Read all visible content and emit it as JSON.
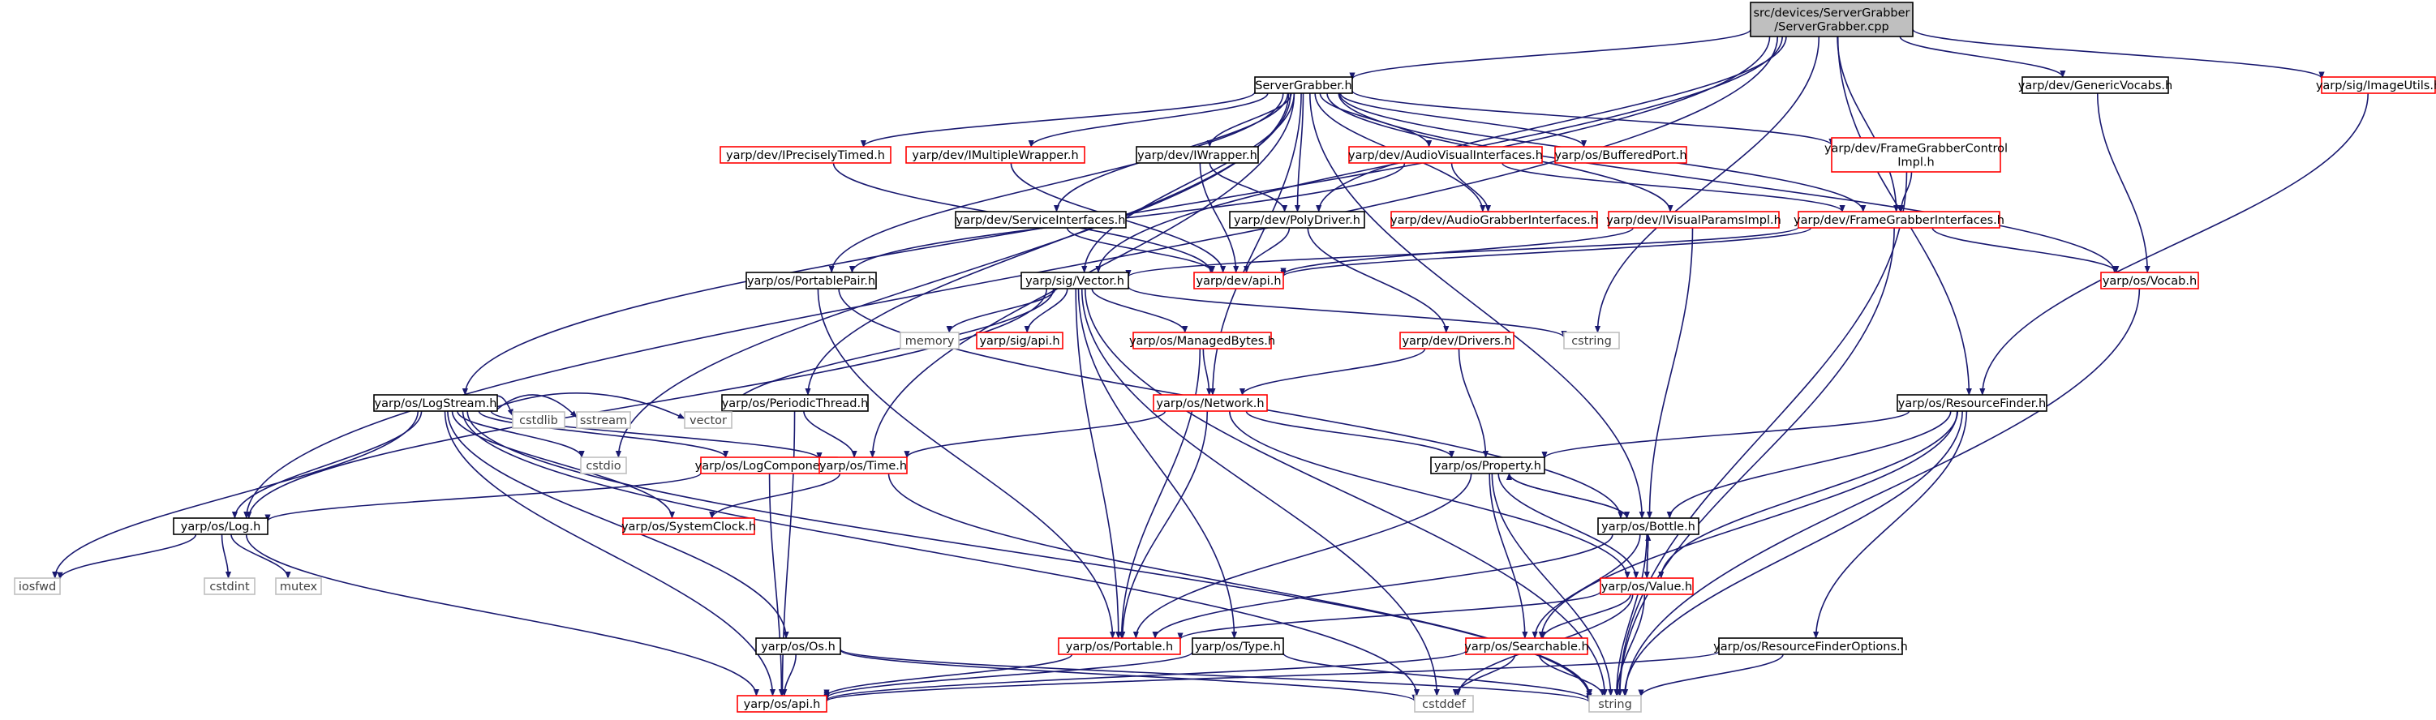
{
  "colors": {
    "edge": "#191970",
    "black_border": "#000000",
    "red_border": "#ff0000",
    "gray_border": "#bfbfbf",
    "root_fill": "#bfbfbf",
    "text": "#000000",
    "gray_text": "#404040"
  },
  "nodes": [
    {
      "id": "root",
      "label": "src/devices/ServerGrabber/ServerGrabber.cpp",
      "lines": [
        "src/devices/ServerGrabber",
        "/ServerGrabber.cpp"
      ],
      "style": "root"
    },
    {
      "id": "servergrabber_h",
      "label": "ServerGrabber.h",
      "style": "black"
    },
    {
      "id": "genericvocabs",
      "label": "yarp/dev/GenericVocabs.h",
      "style": "black"
    },
    {
      "id": "imageutils",
      "label": "yarp/sig/ImageUtils.h",
      "style": "red"
    },
    {
      "id": "ipreciselytimed",
      "label": "yarp/dev/IPreciselyTimed.h",
      "style": "red"
    },
    {
      "id": "imultiplewrapper",
      "label": "yarp/dev/IMultipleWrapper.h",
      "style": "red"
    },
    {
      "id": "iwrapper",
      "label": "yarp/dev/IWrapper.h",
      "style": "black"
    },
    {
      "id": "audiovisual",
      "label": "yarp/dev/AudioVisualInterfaces.h",
      "style": "red"
    },
    {
      "id": "bufferedport",
      "label": "yarp/os/BufferedPort.h",
      "style": "red"
    },
    {
      "id": "fgcontrolimpl",
      "label": "yarp/dev/FrameGrabberControlImpl.h",
      "lines": [
        "yarp/dev/FrameGrabberControl",
        "Impl.h"
      ],
      "style": "red"
    },
    {
      "id": "serviceinterfaces",
      "label": "yarp/dev/ServiceInterfaces.h",
      "style": "black"
    },
    {
      "id": "polydriver",
      "label": "yarp/dev/PolyDriver.h",
      "style": "black"
    },
    {
      "id": "audiograbber",
      "label": "yarp/dev/AudioGrabberInterfaces.h",
      "style": "red"
    },
    {
      "id": "ivisualparams",
      "label": "yarp/dev/IVisualParamsImpl.h",
      "style": "red"
    },
    {
      "id": "fginterfaces",
      "label": "yarp/dev/FrameGrabberInterfaces.h",
      "style": "red"
    },
    {
      "id": "portablepair",
      "label": "yarp/os/PortablePair.h",
      "style": "black"
    },
    {
      "id": "vector_h",
      "label": "yarp/sig/Vector.h",
      "style": "black"
    },
    {
      "id": "devapi",
      "label": "yarp/dev/api.h",
      "style": "red"
    },
    {
      "id": "vocab",
      "label": "yarp/os/Vocab.h",
      "style": "red"
    },
    {
      "id": "memory",
      "label": "memory",
      "style": "gray"
    },
    {
      "id": "sigapi",
      "label": "yarp/sig/api.h",
      "style": "red"
    },
    {
      "id": "managedbytes",
      "label": "yarp/os/ManagedBytes.h",
      "style": "red"
    },
    {
      "id": "drivers",
      "label": "yarp/dev/Drivers.h",
      "style": "red"
    },
    {
      "id": "cstring",
      "label": "cstring",
      "style": "gray"
    },
    {
      "id": "logstream",
      "label": "yarp/os/LogStream.h",
      "style": "black"
    },
    {
      "id": "periodicthread",
      "label": "yarp/os/PeriodicThread.h",
      "style": "black"
    },
    {
      "id": "network",
      "label": "yarp/os/Network.h",
      "style": "red"
    },
    {
      "id": "resourcefinder",
      "label": "yarp/os/ResourceFinder.h",
      "style": "black"
    },
    {
      "id": "cstdlib",
      "label": "cstdlib",
      "style": "gray"
    },
    {
      "id": "sstream",
      "label": "sstream",
      "style": "gray"
    },
    {
      "id": "logcomponent",
      "label": "yarp/os/LogComponent.h",
      "style": "red"
    },
    {
      "id": "cstdio",
      "label": "cstdio",
      "style": "gray"
    },
    {
      "id": "vector",
      "label": "vector",
      "style": "gray"
    },
    {
      "id": "time",
      "label": "yarp/os/Time.h",
      "style": "red"
    },
    {
      "id": "property",
      "label": "yarp/os/Property.h",
      "style": "black"
    },
    {
      "id": "log",
      "label": "yarp/os/Log.h",
      "style": "black"
    },
    {
      "id": "systemclock",
      "label": "yarp/os/SystemClock.h",
      "style": "red"
    },
    {
      "id": "bottle",
      "label": "yarp/os/Bottle.h",
      "style": "black"
    },
    {
      "id": "iosfwd",
      "label": "iosfwd",
      "style": "gray"
    },
    {
      "id": "cstdint",
      "label": "cstdint",
      "style": "gray"
    },
    {
      "id": "mutex",
      "label": "mutex",
      "style": "gray"
    },
    {
      "id": "value",
      "label": "yarp/os/Value.h",
      "style": "red"
    },
    {
      "id": "os_h",
      "label": "yarp/os/Os.h",
      "style": "black"
    },
    {
      "id": "portable",
      "label": "yarp/os/Portable.h",
      "style": "red"
    },
    {
      "id": "type",
      "label": "yarp/os/Type.h",
      "style": "black"
    },
    {
      "id": "searchable",
      "label": "yarp/os/Searchable.h",
      "style": "red"
    },
    {
      "id": "rfoptions",
      "label": "yarp/os/ResourceFinderOptions.h",
      "style": "black"
    },
    {
      "id": "osapi",
      "label": "yarp/os/api.h",
      "style": "red"
    },
    {
      "id": "cstddef",
      "label": "cstddef",
      "style": "gray"
    },
    {
      "id": "string",
      "label": "string",
      "style": "gray"
    }
  ],
  "edges": [
    [
      "root",
      "servergrabber_h"
    ],
    [
      "root",
      "genericvocabs"
    ],
    [
      "root",
      "imageutils"
    ],
    [
      "root",
      "logstream"
    ],
    [
      "root",
      "log"
    ],
    [
      "root",
      "vector_h"
    ],
    [
      "root",
      "polydriver"
    ],
    [
      "root",
      "fginterfaces"
    ],
    [
      "root",
      "resourcefinder"
    ],
    [
      "root",
      "cstring"
    ],
    [
      "servergrabber_h",
      "ipreciselytimed"
    ],
    [
      "servergrabber_h",
      "imultiplewrapper"
    ],
    [
      "servergrabber_h",
      "iwrapper"
    ],
    [
      "servergrabber_h",
      "audiovisual"
    ],
    [
      "servergrabber_h",
      "bufferedport"
    ],
    [
      "servergrabber_h",
      "fgcontrolimpl"
    ],
    [
      "servergrabber_h",
      "serviceinterfaces"
    ],
    [
      "servergrabber_h",
      "polydriver"
    ],
    [
      "servergrabber_h",
      "audiograbber"
    ],
    [
      "servergrabber_h",
      "ivisualparams"
    ],
    [
      "servergrabber_h",
      "fginterfaces"
    ],
    [
      "servergrabber_h",
      "portablepair"
    ],
    [
      "servergrabber_h",
      "vector_h"
    ],
    [
      "servergrabber_h",
      "vocab"
    ],
    [
      "servergrabber_h",
      "periodicthread"
    ],
    [
      "servergrabber_h",
      "cstdio"
    ],
    [
      "servergrabber_h",
      "time"
    ],
    [
      "servergrabber_h",
      "network"
    ],
    [
      "servergrabber_h",
      "bottle"
    ],
    [
      "ipreciselytimed",
      "devapi"
    ],
    [
      "imultiplewrapper",
      "devapi"
    ],
    [
      "iwrapper",
      "polydriver"
    ],
    [
      "iwrapper",
      "devapi"
    ],
    [
      "audiovisual",
      "audiograbber"
    ],
    [
      "audiovisual",
      "fginterfaces"
    ],
    [
      "audiovisual",
      "portablepair"
    ],
    [
      "fgcontrolimpl",
      "fginterfaces"
    ],
    [
      "fgcontrolimpl",
      "string"
    ],
    [
      "serviceinterfaces",
      "devapi"
    ],
    [
      "polydriver",
      "devapi"
    ],
    [
      "polydriver",
      "drivers"
    ],
    [
      "ivisualparams",
      "devapi"
    ],
    [
      "ivisualparams",
      "bottle"
    ],
    [
      "fginterfaces",
      "devapi"
    ],
    [
      "fginterfaces",
      "vector_h"
    ],
    [
      "fginterfaces",
      "vocab"
    ],
    [
      "fginterfaces",
      "string"
    ],
    [
      "genericvocabs",
      "vocab"
    ],
    [
      "imageutils",
      "resourcefinder"
    ],
    [
      "vocab",
      "string"
    ],
    [
      "portablepair",
      "portable"
    ],
    [
      "portablepair",
      "bottle"
    ],
    [
      "vector_h",
      "memory"
    ],
    [
      "vector_h",
      "sigapi"
    ],
    [
      "vector_h",
      "managedbytes"
    ],
    [
      "vector_h",
      "cstring"
    ],
    [
      "vector_h",
      "vector"
    ],
    [
      "vector_h",
      "log"
    ],
    [
      "vector_h",
      "type"
    ],
    [
      "vector_h",
      "portable"
    ],
    [
      "vector_h",
      "cstddef"
    ],
    [
      "vector_h",
      "string"
    ],
    [
      "managedbytes",
      "network"
    ],
    [
      "managedbytes",
      "portable"
    ],
    [
      "drivers",
      "network"
    ],
    [
      "drivers",
      "property"
    ],
    [
      "logstream",
      "cstdlib"
    ],
    [
      "logstream",
      "sstream"
    ],
    [
      "logstream",
      "logcomponent"
    ],
    [
      "logstream",
      "cstdio"
    ],
    [
      "logstream",
      "vector"
    ],
    [
      "logstream",
      "time"
    ],
    [
      "logstream",
      "log"
    ],
    [
      "logstream",
      "iosfwd"
    ],
    [
      "logstream",
      "systemclock"
    ],
    [
      "logstream",
      "os_h"
    ],
    [
      "logstream",
      "osapi"
    ],
    [
      "logstream",
      "string"
    ],
    [
      "logstream",
      "cstddef"
    ],
    [
      "periodicthread",
      "time"
    ],
    [
      "periodicthread",
      "osapi"
    ],
    [
      "network",
      "time"
    ],
    [
      "network",
      "property"
    ],
    [
      "network",
      "portable"
    ],
    [
      "network",
      "value"
    ],
    [
      "resourcefinder",
      "property"
    ],
    [
      "resourcefinder",
      "bottle"
    ],
    [
      "resourcefinder",
      "value"
    ],
    [
      "resourcefinder",
      "searchable"
    ],
    [
      "resourcefinder",
      "rfoptions"
    ],
    [
      "resourcefinder",
      "string"
    ],
    [
      "logcomponent",
      "log"
    ],
    [
      "logcomponent",
      "osapi"
    ],
    [
      "time",
      "systemclock"
    ],
    [
      "time",
      "string"
    ],
    [
      "property",
      "bottle"
    ],
    [
      "property",
      "portable"
    ],
    [
      "property",
      "searchable"
    ],
    [
      "property",
      "value"
    ],
    [
      "property",
      "string"
    ],
    [
      "log",
      "iosfwd"
    ],
    [
      "log",
      "cstdint"
    ],
    [
      "log",
      "mutex"
    ],
    [
      "log",
      "osapi"
    ],
    [
      "bottle",
      "property"
    ],
    [
      "bottle",
      "value"
    ],
    [
      "bottle",
      "portable"
    ],
    [
      "bottle",
      "searchable"
    ],
    [
      "bottle",
      "string"
    ],
    [
      "value",
      "bottle"
    ],
    [
      "value",
      "portable"
    ],
    [
      "value",
      "searchable"
    ],
    [
      "value",
      "string"
    ],
    [
      "value",
      "cstddef"
    ],
    [
      "os_h",
      "osapi"
    ],
    [
      "os_h",
      "string"
    ],
    [
      "os_h",
      "cstddef"
    ],
    [
      "portable",
      "osapi"
    ],
    [
      "type",
      "osapi"
    ],
    [
      "type",
      "string"
    ],
    [
      "searchable",
      "osapi"
    ],
    [
      "searchable",
      "string"
    ],
    [
      "searchable",
      "cstddef"
    ],
    [
      "rfoptions",
      "osapi"
    ],
    [
      "rfoptions",
      "string"
    ]
  ]
}
